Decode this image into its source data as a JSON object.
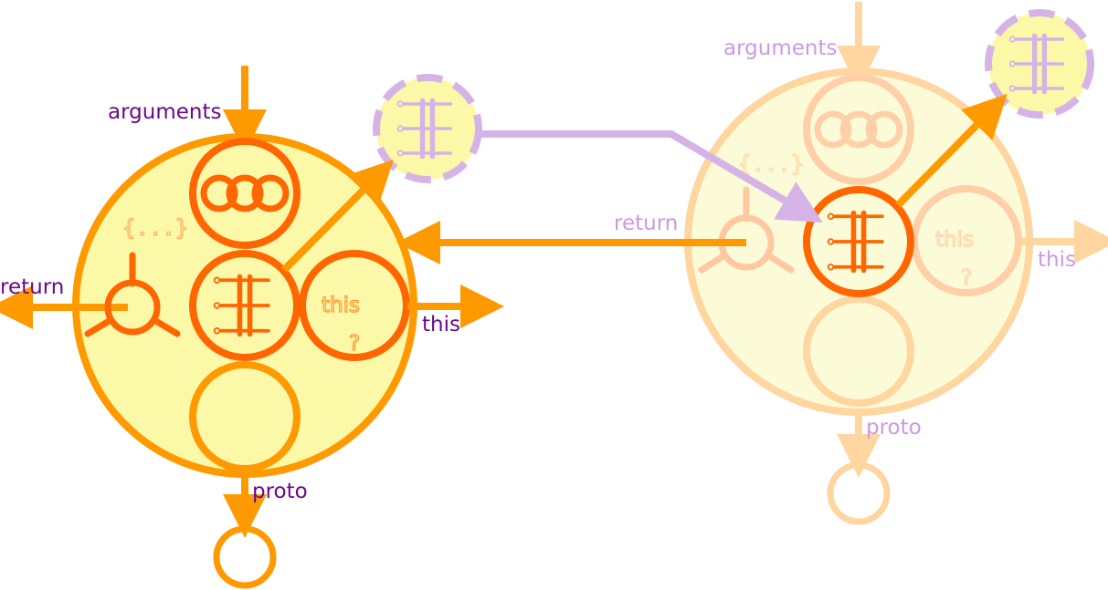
{
  "colors": {
    "orange": "#ff9900",
    "deep_orange": "#ff6600",
    "yellow_fill": "#fbf8a8",
    "purple_text": "#6a0a8a",
    "lavender": "#d6b3e6",
    "faded_orange": "#ffd5a0",
    "faded_fill": "#fcfbd8",
    "faded_purple_text": "#cc99e0"
  },
  "active": {
    "arguments": "arguments",
    "return": "return",
    "this": "this",
    "proto": "proto",
    "scope_glyph": "{...}",
    "this_glyph": "this",
    "question_glyph": "?"
  },
  "faded": {
    "arguments": "arguments",
    "return": "return",
    "this": "this",
    "proto": "proto",
    "scope_glyph": "{...}",
    "this_glyph": "this",
    "question_glyph": "?"
  },
  "icons": [
    "execution-context-icon",
    "arguments-dots-icon",
    "return-node-icon",
    "this-glyph-icon",
    "prototype-circle-icon"
  ]
}
